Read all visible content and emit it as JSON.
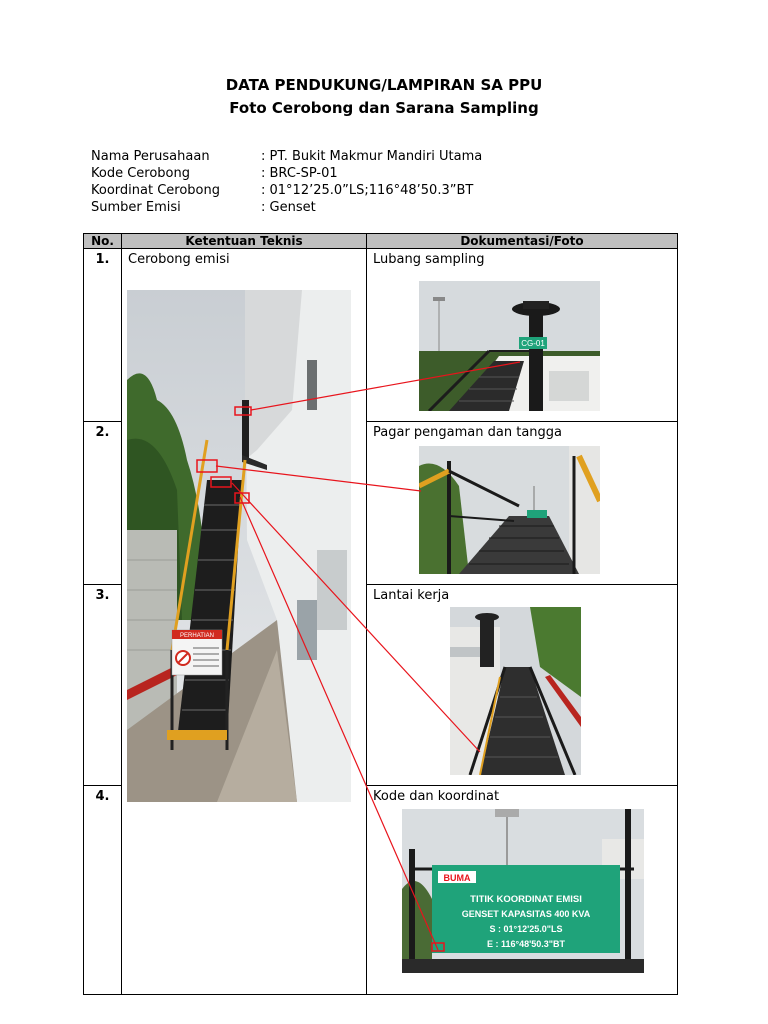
{
  "header": {
    "title": "DATA PENDUKUNG/LAMPIRAN SA PPU",
    "subtitle": "Foto Cerobong dan Sarana Sampling"
  },
  "info": [
    {
      "key": "Nama Perusahaan",
      "value": ": PT. Bukit Makmur Mandiri Utama"
    },
    {
      "key": "Kode Cerobong",
      "value": ": BRC-SP-01"
    },
    {
      "key": "Koordinat Cerobong",
      "value": ": 01°12’25.0”LS;116°48’50.3”BT"
    },
    {
      "key": "Sumber Emisi",
      "value": ": Genset"
    }
  ],
  "table": {
    "headers": [
      "No.",
      "Ketentuan Teknis",
      "Dokumentasi/Foto"
    ],
    "rows": [
      {
        "no": "1.",
        "teknis": "Cerobong emisi",
        "foto": "Lubang sampling"
      },
      {
        "no": "2.",
        "teknis": "",
        "foto": "Pagar pengaman dan tangga"
      },
      {
        "no": "3.",
        "teknis": "",
        "foto": "Lantai kerja"
      },
      {
        "no": "4.",
        "teknis": "",
        "foto": "Kode dan koordinat"
      }
    ]
  },
  "photo_text": {
    "chimney_code": "CG-01",
    "warning_title": "PERHATIAN",
    "sign_brand": "BUMA",
    "sign_line1": "TITIK KOORDINAT EMISI",
    "sign_line2": "GENSET KAPASITAS 400 KVA",
    "sign_line3": "S : 01°12'25.0\"LS",
    "sign_line4": "E : 116°48'50.3\"BT"
  },
  "colors": {
    "annotation": "#e8141c",
    "sign_green": "#1fa37a",
    "railing_yellow": "#e0a020",
    "header_gray": "#bfbfbf"
  }
}
